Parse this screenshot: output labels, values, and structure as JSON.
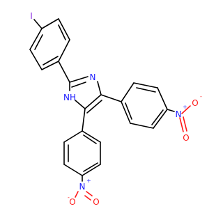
{
  "molecule": {
    "atoms": {
      "iodine": "I",
      "imidazole_n": "N",
      "imidazole_nh": "NH",
      "nitro_n": "N",
      "nitro_o": "O",
      "plus": "+",
      "minus": "-"
    },
    "colors": {
      "bond": "#000000",
      "nitrogen": "#1a1aff",
      "oxygen": "#ff1a1a",
      "iodine": "#8a2be2"
    }
  }
}
